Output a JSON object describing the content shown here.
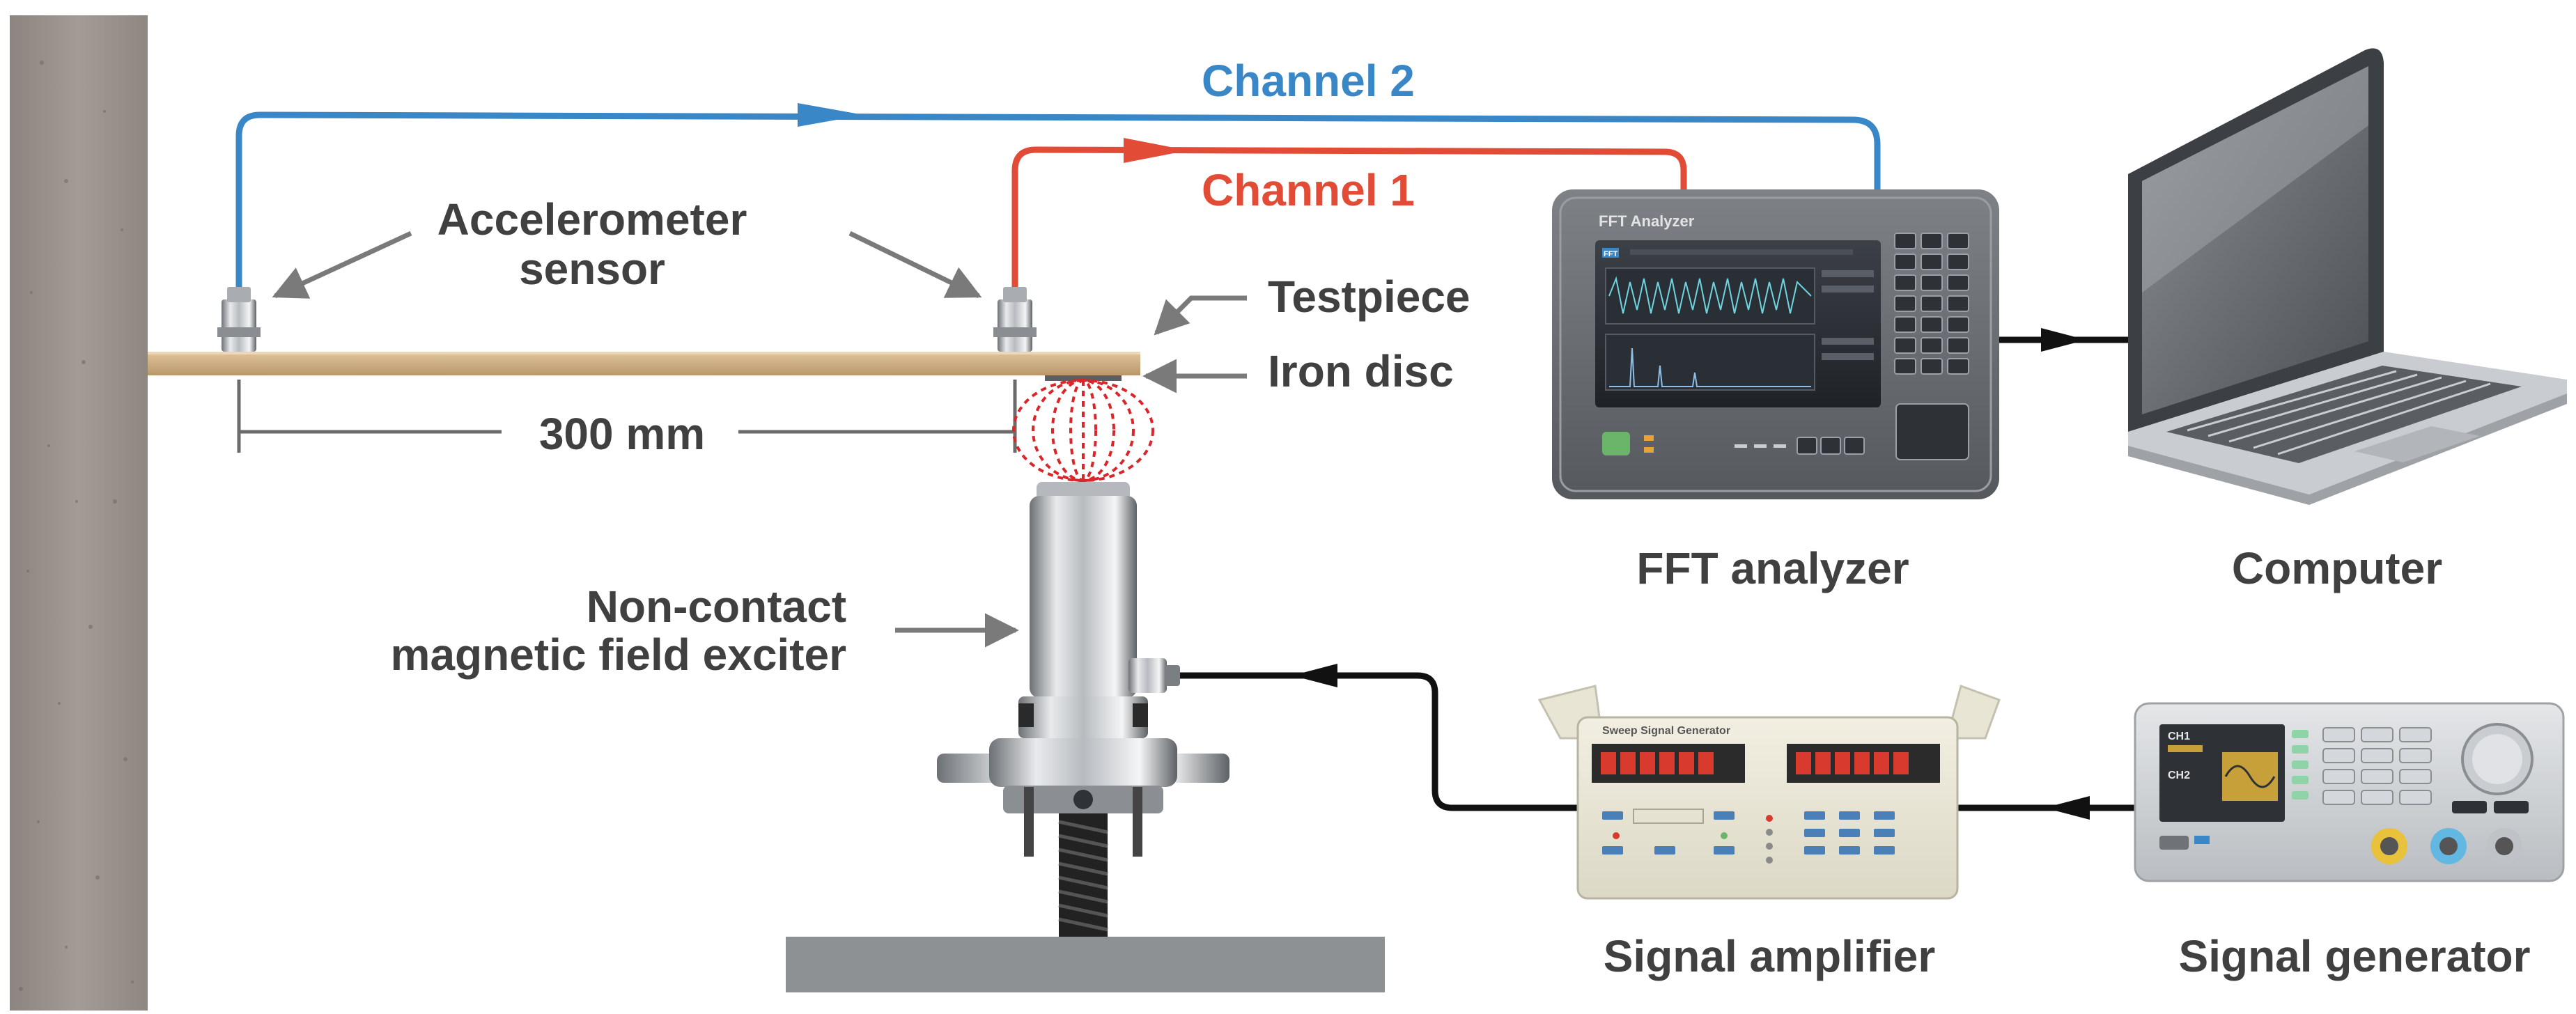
{
  "labels": {
    "channel2": "Channel 2",
    "channel1": "Channel 1",
    "accelerometer_line1": "Accelerometer",
    "accelerometer_line2": "sensor",
    "testpiece": "Testpiece",
    "iron_disc": "Iron disc",
    "distance": "300 mm",
    "exciter_line1": "Non-contact",
    "exciter_line2": "magnetic field exciter",
    "fft_analyzer": "FFT analyzer",
    "computer": "Computer",
    "signal_amplifier": "Signal amplifier",
    "signal_generator": "Signal generator"
  },
  "device_text": {
    "fft_header": "FFT Analyzer",
    "fft_screen_tag": "FFT",
    "amplifier_title": "Sweep Signal Generator",
    "generator_ch1": "CH1",
    "generator_ch2": "CH2"
  },
  "colors": {
    "channel2": "#3a87c8",
    "channel1": "#e24b35",
    "label_text": "#404040",
    "signal_cable": "#111111",
    "leader_arrow": "#7a7a7a",
    "wall": "#9a928c",
    "testpiece": "#d3b48a",
    "magnetic_field": "#d9262b",
    "base": "#8e9194"
  }
}
